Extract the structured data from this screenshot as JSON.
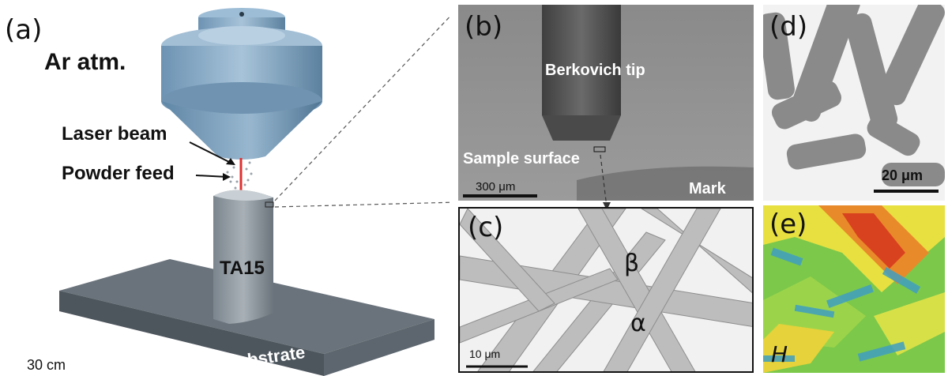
{
  "panel_a": {
    "label": "(a)",
    "atmosphere": "Ar atm.",
    "laser_beam": "Laser beam",
    "powder_feed": "Powder feed",
    "material": "TA15",
    "substrate": "Substrate",
    "scale": "30 cm"
  },
  "panel_b": {
    "label": "(b)",
    "tip": "Berkovich tip",
    "surface": "Sample surface",
    "mark": "Mark",
    "scale": "300 μm"
  },
  "panel_c": {
    "label": "(c)",
    "beta": "β",
    "alpha": "α",
    "scale": "10 μm"
  },
  "panel_d": {
    "label": "(d)",
    "scale": "20 μm"
  },
  "panel_e": {
    "label": "(e)",
    "symbol": "H"
  },
  "colors": {
    "nozzle": "#7fa3c0",
    "substrate": "#5a636c",
    "deposit": "#8e979e",
    "laser": "#e03030"
  }
}
